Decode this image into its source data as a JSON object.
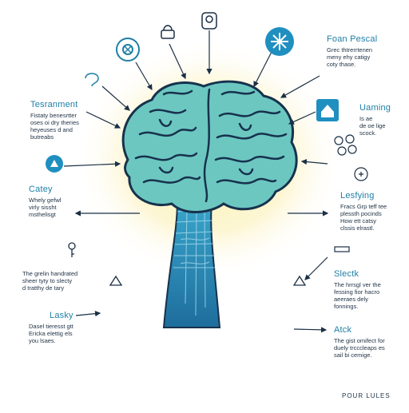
{
  "labels": {
    "top_right": {
      "title": "Foan Pescal",
      "body": "Grec thtrerrtenen\nmeny ehy catigy\ncoty thase."
    },
    "left_top": {
      "title": "Tesranment",
      "body": "Fistaty benesrtter\noses oi dry theries\nheyeuses d and\nbutreabs"
    },
    "right_mid_top": {
      "title": "Uaming",
      "body": "Is ae\nde oe lige\nscock."
    },
    "left_mid": {
      "title": "Catey",
      "body": "Whely gefwl\nvirly sissht\nmsthelisgt"
    },
    "right_mid": {
      "title": "Lesfying",
      "body": "Fracs Grp teff tee\nplessth pocinds\nHow ett catsy\nclssis elrastl."
    },
    "left_low": {
      "title": "",
      "body": "The grelin handrated\nsheer tyty to slecty\nd tratthy de tary"
    },
    "right_low": {
      "title": "Slectk",
      "body": "The hrrsgl ver the\nfessing fior hacro\naeeraes dely\nfonnings."
    },
    "left_bottom": {
      "title": "Lasky",
      "body": "Dasel tieresst gtt\nEricka elettig els\nyou lsaes."
    },
    "right_bottom": {
      "title": "Atck",
      "body": "The gist omifect for\nduely trcccleaps es\nsail bi cemige."
    },
    "footer": "POUR LULES"
  },
  "colors": {
    "brain_fill": "#6cc7c1",
    "brain_outline": "#17324d",
    "stem": "#2e8fbf",
    "glow": "#fbf1b4",
    "accent": "#1f7fa6"
  },
  "icons": [
    "gear-icon",
    "lock-icon",
    "ear-icon",
    "head-icon",
    "bulb-icon",
    "molecule-icon",
    "house-icon",
    "cluster-icon",
    "triangle-icon",
    "key-icon",
    "tent-icon",
    "tent-icon",
    "small-circle-icon"
  ]
}
